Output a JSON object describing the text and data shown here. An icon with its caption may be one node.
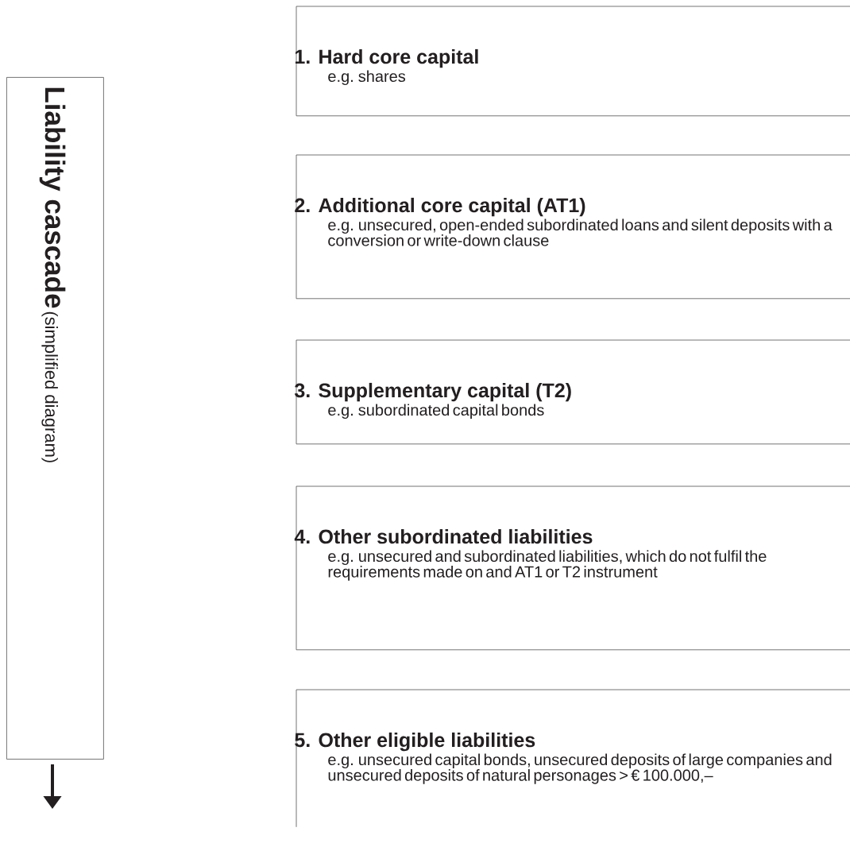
{
  "diagram": {
    "nodes": [
      {
        "text": [
          "Liability cascade",
          "(simplified diagram)"
        ]
      },
      {
        "text": [
          "1. Hard core capital",
          "e.g. shares"
        ]
      },
      {
        "text": [
          "2. Additional core capital (AT1)",
          "e.g. unsecured, open-ended subordinated loans and silent deposits with a conversion or write-down clause"
        ]
      },
      {
        "text": [
          "3. Supplementary capital (T2)",
          "e.g. subordinated capital bonds"
        ]
      },
      {
        "text": [
          "4. Other subordinated liabilities",
          "e.g. unsecured and subordinated liabilities, which do not fulfil the requirements made on and AT1 or T2 instrument"
        ]
      },
      {
        "text": [
          "5. Other eligible liabilities",
          "e.g. unsecured capital bonds, unsecured deposits of large companies and unsecured deposits of natural personages > € 100.000,–"
        ]
      }
    ]
  }
}
